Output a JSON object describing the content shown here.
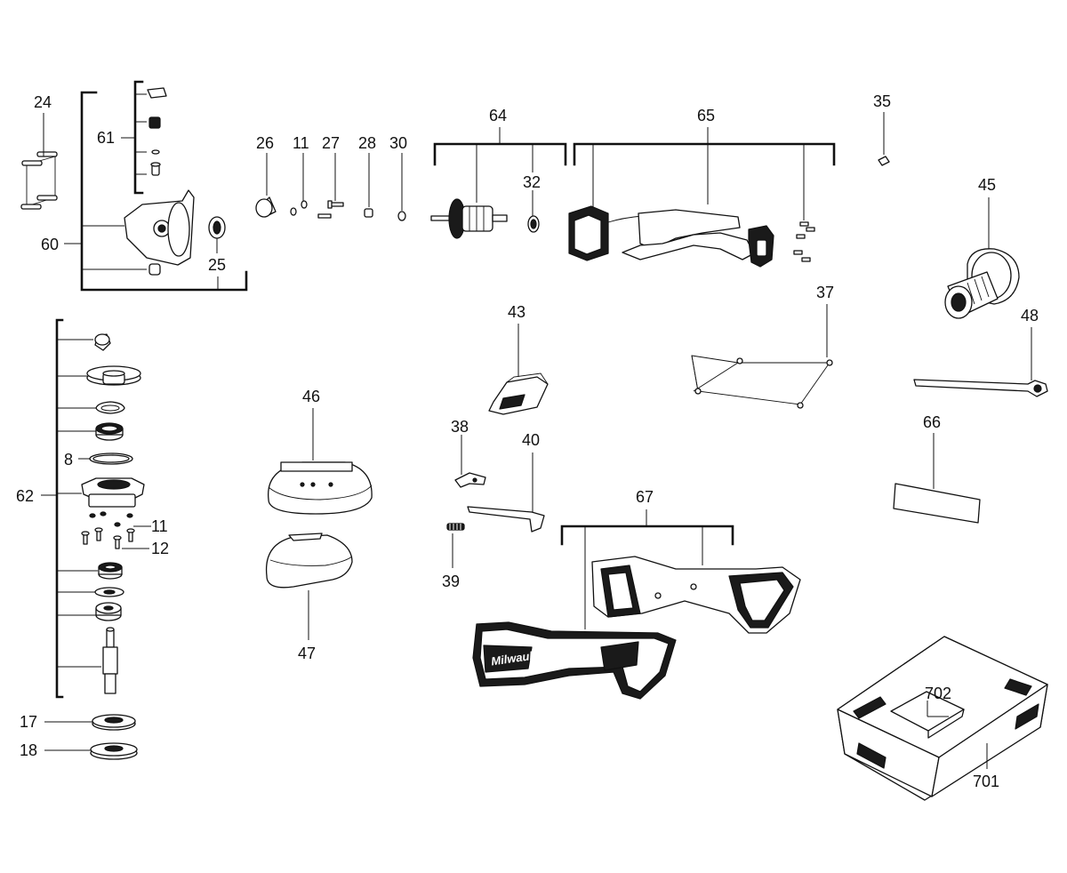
{
  "labels": {
    "l24": "24",
    "l61": "61",
    "l60": "60",
    "l25": "25",
    "l26": "26",
    "l11a": "11",
    "l27": "27",
    "l28": "28",
    "l30": "30",
    "l64": "64",
    "l32": "32",
    "l65": "65",
    "l35": "35",
    "l45": "45",
    "l37": "37",
    "l48": "48",
    "l43": "43",
    "l46": "46",
    "l38": "38",
    "l40": "40",
    "l39": "39",
    "l47": "47",
    "l66": "66",
    "l67": "67",
    "l62": "62",
    "l8": "8",
    "l11b": "11",
    "l12": "12",
    "l17": "17",
    "l18": "18",
    "l702": "702",
    "l701": "701"
  },
  "housing_brand": "Milwaukee"
}
